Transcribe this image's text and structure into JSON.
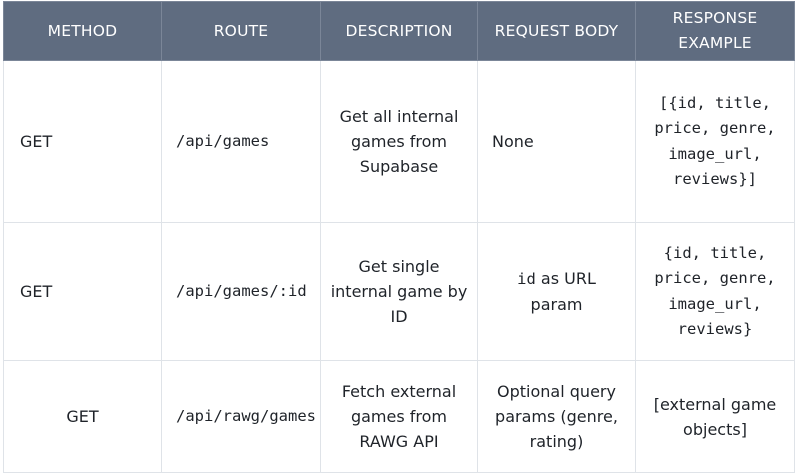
{
  "headers": {
    "method": "METHOD",
    "route": "ROUTE",
    "description": "DESCRIPTION",
    "request_body": "REQUEST BODY",
    "response_line1": "RESPONSE",
    "response_line2": "EXAMPLE"
  },
  "rows": [
    {
      "method": "GET",
      "route": "/api/games",
      "description": [
        "Get all internal",
        "games from",
        "Supabase"
      ],
      "request_body": [
        "None"
      ],
      "response": [
        "[{id, title,",
        "price, genre,",
        "image_url,",
        "reviews}]"
      ]
    },
    {
      "method": "GET",
      "route": "/api/games/:id",
      "description": [
        "Get single",
        "internal game by",
        "ID"
      ],
      "request_body_code": "id",
      "request_body": [
        "as URL",
        "param"
      ],
      "response": [
        "{id, title,",
        "price, genre,",
        "image_url,",
        "reviews}"
      ]
    },
    {
      "method": "GET",
      "route": "/api/rawg/games",
      "description": [
        "Fetch external",
        "games from",
        "RAWG API"
      ],
      "request_body": [
        "Optional query",
        "params (genre,",
        "rating)"
      ],
      "response": [
        "[external game",
        "objects]"
      ]
    }
  ]
}
